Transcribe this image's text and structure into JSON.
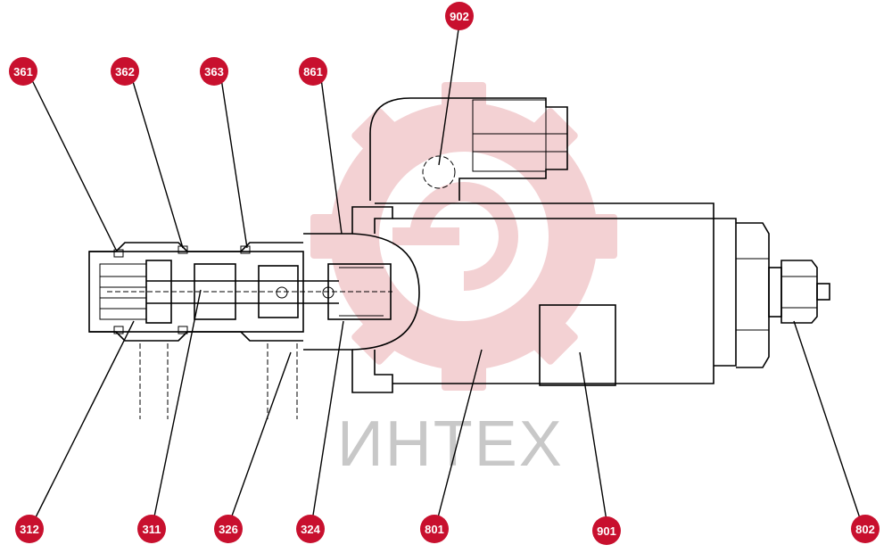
{
  "watermark": {
    "text": "ИНТЕХ",
    "color": "#c8c8c8",
    "gear_color": "#f2c9cc"
  },
  "callout_color": "#c8102e",
  "callouts": [
    {
      "id": "361",
      "label": "361"
    },
    {
      "id": "362",
      "label": "362"
    },
    {
      "id": "363",
      "label": "363"
    },
    {
      "id": "861",
      "label": "861"
    },
    {
      "id": "902",
      "label": "902"
    },
    {
      "id": "312",
      "label": "312"
    },
    {
      "id": "311",
      "label": "311"
    },
    {
      "id": "326",
      "label": "326"
    },
    {
      "id": "324",
      "label": "324"
    },
    {
      "id": "801",
      "label": "801"
    },
    {
      "id": "901",
      "label": "901"
    },
    {
      "id": "802",
      "label": "802"
    }
  ]
}
